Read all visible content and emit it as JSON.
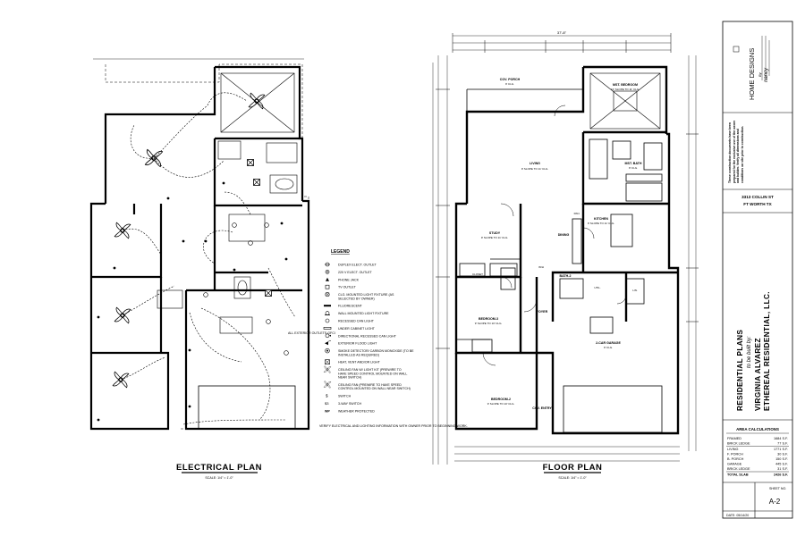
{
  "electrical_plan": {
    "title": "ELECTRICAL PLAN",
    "scale": "SCALE: 1/4\" = 1'-0\"",
    "note": "ALL EXTERIOR OUTLETS GFCI",
    "legend": {
      "heading": "LEGEND",
      "items": [
        {
          "symbol": "duplex",
          "label": "DUPLEX ELECT. OUTLET"
        },
        {
          "symbol": "220v",
          "label": "220 V ELECT. OUTLET"
        },
        {
          "symbol": "phone",
          "label": "PHONE JACK"
        },
        {
          "symbol": "tv",
          "label": "TV OUTLET"
        },
        {
          "symbol": "ceiling",
          "label": "CLG. MOUNTED LIGHT FIXTURE (AS SELECTED BY OWNER)"
        },
        {
          "symbol": "fluor",
          "label": "FLUORESCENT"
        },
        {
          "symbol": "wall",
          "label": "WALL MOUNTED LIGHT FIXTURE"
        },
        {
          "symbol": "recessed",
          "label": "RECESSED CAN LIGHT"
        },
        {
          "symbol": "undercab",
          "label": "UNDER CABINET LIGHT"
        },
        {
          "symbol": "dirrecessed",
          "label": "DIRECTIONAL RECESSED CAN LIGHT"
        },
        {
          "symbol": "flood",
          "label": "EXTERIOR FLOOD LIGHT"
        },
        {
          "symbol": "smoke",
          "label": "SMOKE DETECTOR/ CARBON MONOXIDE (TO BE INSTALLED AS REQUIRED)"
        },
        {
          "symbol": "vent",
          "label": "HEAT, VENT AND/OR LIGHT"
        },
        {
          "symbol": "fanlight",
          "label": "CEILING FAN W/ LIGHT KIT (PREWIRE TO HAVE SPEED CONTROL MOUNTED ON WALL NEAR SWITCH)"
        },
        {
          "symbol": "fan",
          "label": "CEILING FAN (PREWIRE TO HAVE SPEED CONTROL MOUNTED ON WALL NEAR SWITCH)"
        },
        {
          "symbol": "switch",
          "label": "SWITCH"
        },
        {
          "symbol": "3way",
          "label": "3-WAY SWITCH"
        },
        {
          "symbol": "wp",
          "label": "WEATHER PROTECTED"
        }
      ],
      "footnote": "VERIFY ELECTRICAL AND LIGHTING INFORMATION WITH OWNER PRIOR TO BEGINNING WORK."
    }
  },
  "floor_plan": {
    "title": "FLOOR PLAN",
    "scale": "SCALE: 1/4\" = 1'-0\"",
    "overall_width": "37'-8\"",
    "rooms": {
      "cov_porch": {
        "name": "COV. PORCH",
        "sub": "9' CLG."
      },
      "mstr_bedroom": {
        "name": "MST. BEDROOM",
        "sub": "10' SLOPE TO 11' CLG."
      },
      "living": {
        "name": "LIVING",
        "sub": "9' SLOPE TO 11' CLG."
      },
      "mstr_bath": {
        "name": "MST. BATH",
        "sub": "9' CLG."
      },
      "kitchen": {
        "name": "KITCHEN",
        "sub": "9' SLOPE TO 11' CLG."
      },
      "study": {
        "name": "STUDY",
        "sub": "9' SLOPE TO 11' CLG."
      },
      "dining": {
        "name": "DINING",
        "sub": ""
      },
      "bedroom2": {
        "name": "BEDROOM-2",
        "sub": "9' SLOPE TO 10' CLG."
      },
      "bedroom3": {
        "name": "BEDROOM-3",
        "sub": "9' SLOPE TO 10' CLG."
      },
      "garage": {
        "name": "2-CAR GARAGE",
        "sub": "9' CLG."
      },
      "foyer": {
        "name": "FOYER",
        "sub": ""
      },
      "bath2": {
        "name": "BATH-2",
        "sub": ""
      },
      "cov_entry": {
        "name": "COV. ENTRY",
        "sub": ""
      },
      "closet": {
        "name": "CLOSET",
        "sub": ""
      },
      "utility": {
        "name": "UTIL.",
        "sub": ""
      },
      "pantry": {
        "name": "PAN.",
        "sub": ""
      },
      "linen": {
        "name": "LIN.",
        "sub": ""
      },
      "wh": {
        "name": "W/H",
        "sub": ""
      }
    }
  },
  "title_block": {
    "company": "HOME DESIGNS",
    "by": "By",
    "designer": "nancy",
    "disclaimer": "These construction documents have been prepared for the exclusive use of the owner and builder. Verify all dimensions and conditions on site prior to construction.",
    "address_line1": "3313 COLLIN ST",
    "address_line2": "FT WORTH TX",
    "plan_title": "RESIDENTIAL PLANS",
    "built_by": "to be built by:",
    "builder": "VIRGINIA ALVAREZ",
    "builder_company": "ETHEREAL RESIDENTIAL, LLC.",
    "area_heading": "AREA CALCULATIONS",
    "areas": [
      {
        "label": "FRAMED",
        "value": "1684 S.F."
      },
      {
        "label": "BRICK LEDGE",
        "value": "77 S.F."
      },
      {
        "label": "LIVING",
        "value": "1771 S.F."
      },
      {
        "label": "F. PORCH",
        "value": "30 S.F."
      },
      {
        "label": "B. PORCH",
        "value": "150 S.F."
      },
      {
        "label": "GARAGE",
        "value": "445 S.F."
      },
      {
        "label": "BRICK LEDGE",
        "value": "31 S.F."
      },
      {
        "label": "TOTAL SLAB",
        "value": "2426 S.F."
      }
    ],
    "sheet_label": "SHEET NO.",
    "sheet_no": "A-2",
    "date": "DATE: 05/14/20"
  }
}
